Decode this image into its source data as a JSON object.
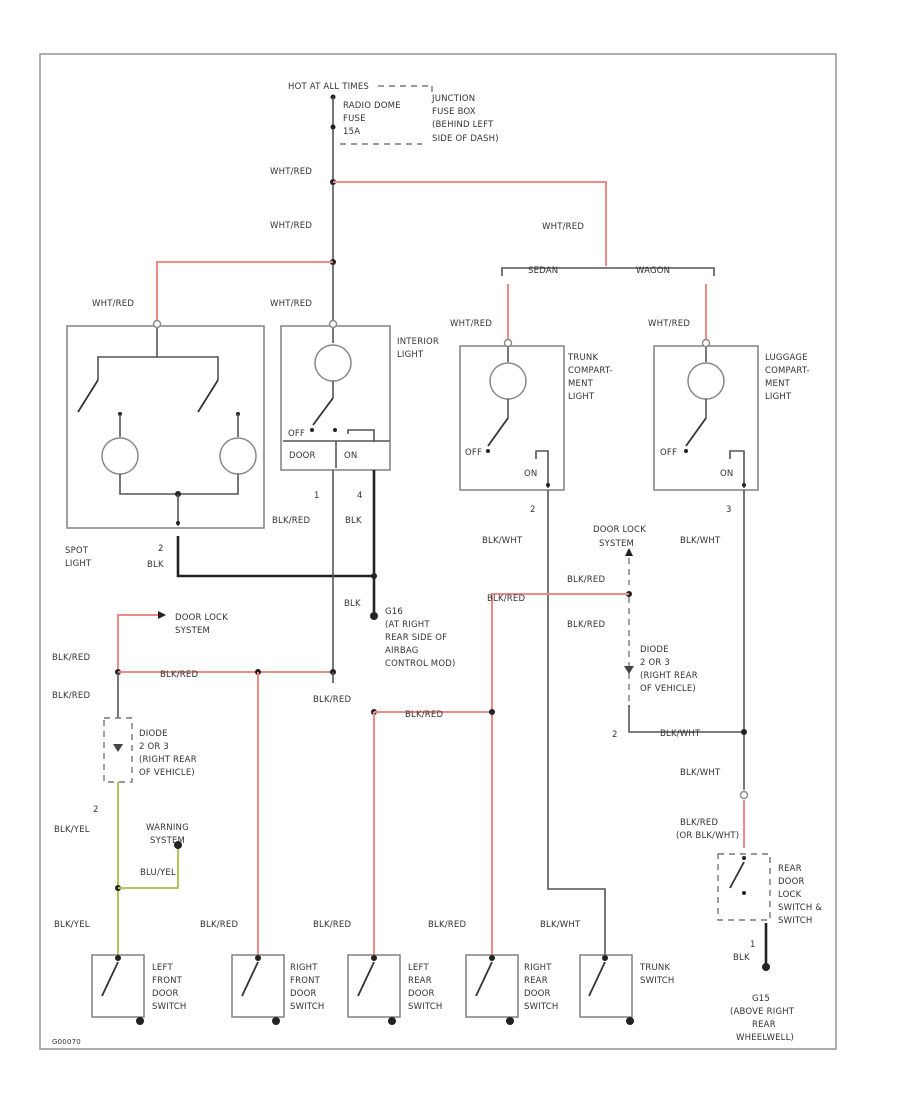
{
  "header": {
    "hot_line": "HOT AT ALL TIMES",
    "fuse_lines": [
      "RADIO DOME",
      "FUSE",
      "15A"
    ],
    "junction_lines": [
      "JUNCTION",
      "FUSE BOX",
      "(BEHIND LEFT",
      "SIDE OF DASH)"
    ]
  },
  "wire_labels": {
    "wht_red": "WHT/RED",
    "blk_red": "BLK/RED",
    "blk": "BLK",
    "blk_wht": "BLK/WHT",
    "blk_yel": "BLK/YEL",
    "blu_yel": "BLU/YEL",
    "blk_red_or_blk_wht": "(OR BLK/WHT)"
  },
  "variants": {
    "sedan": "SEDAN",
    "wagon": "WAGON"
  },
  "components": {
    "spot_light": [
      "SPOT",
      "LIGHT"
    ],
    "interior_light": [
      "INTERIOR",
      "LIGHT"
    ],
    "interior_switch": {
      "off": "OFF",
      "door": "DOOR",
      "on": "ON"
    },
    "trunk_light": [
      "TRUNK",
      "COMPART-",
      "MENT",
      "LIGHT"
    ],
    "luggage_light": [
      "LUGGAGE",
      "COMPART-",
      "MENT",
      "LIGHT"
    ],
    "lamp_switch": {
      "off": "OFF",
      "on": "ON"
    },
    "door_lock_system": [
      "DOOR LOCK",
      "SYSTEM"
    ],
    "ground_g16": [
      "G16",
      "(AT RIGHT",
      "REAR SIDE OF",
      "AIRBAG",
      "CONTROL MOD)"
    ],
    "diode_left": [
      "DIODE",
      "2 OR 3",
      "(RIGHT REAR",
      "OF VEHICLE)"
    ],
    "diode_right": [
      "DIODE",
      "2 OR 3",
      "(RIGHT REAR",
      "OF VEHICLE)"
    ],
    "warning_system": [
      "WARNING",
      "SYSTEM"
    ],
    "rear_lock_switch": [
      "REAR",
      "DOOR",
      "LOCK",
      "SWITCH &",
      "SWITCH"
    ],
    "ground_g15": [
      "G15",
      "(ABOVE RIGHT",
      "REAR",
      "WHEELWELL)"
    ],
    "left_front": [
      "LEFT",
      "FRONT",
      "DOOR",
      "SWITCH"
    ],
    "right_front": [
      "RIGHT",
      "FRONT",
      "DOOR",
      "SWITCH"
    ],
    "left_rear": [
      "LEFT",
      "REAR",
      "DOOR",
      "SWITCH"
    ],
    "right_rear": [
      "RIGHT",
      "REAR",
      "DOOR",
      "SWITCH"
    ],
    "trunk_switch": [
      "TRUNK",
      "SWITCH"
    ]
  },
  "pins": {
    "p1": "1",
    "p2": "2",
    "p3": "3",
    "p4": "4"
  },
  "footer_code": "G00070"
}
